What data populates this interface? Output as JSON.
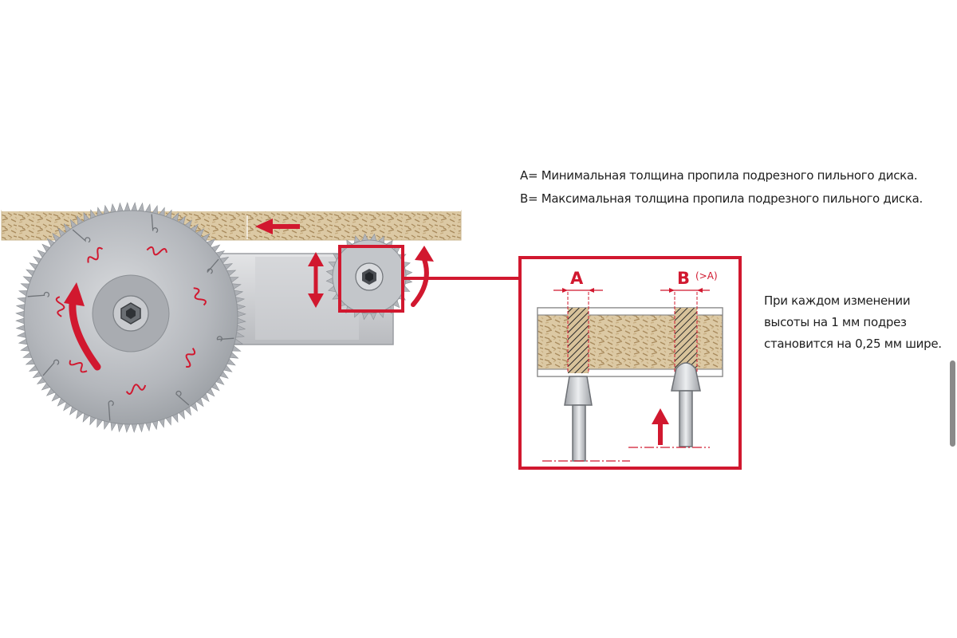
{
  "legend": {
    "line_a": "A= Минимальная толщина пропила подрезного пильного диска.",
    "line_b": "B= Максимальная толщина пропила подрезного пильного диска."
  },
  "note": {
    "line_1": "При каждом изменении",
    "line_2": "высоты на 1 мм подрез",
    "line_3": "становится на 0,25 мм шире."
  },
  "detail": {
    "label_a": "A",
    "label_b": "B",
    "label_b_note": "(>A)"
  },
  "colors": {
    "accent": "#d1182f",
    "board": "#d9c7a3",
    "blade": "#b9bcc1"
  },
  "icons": {
    "main_rotation": "curved-arrow-icon",
    "feed": "left-arrow-icon",
    "height": "double-arrow-icon",
    "scorer_rotation": "curved-arrow-icon",
    "raise": "up-arrow-icon"
  }
}
